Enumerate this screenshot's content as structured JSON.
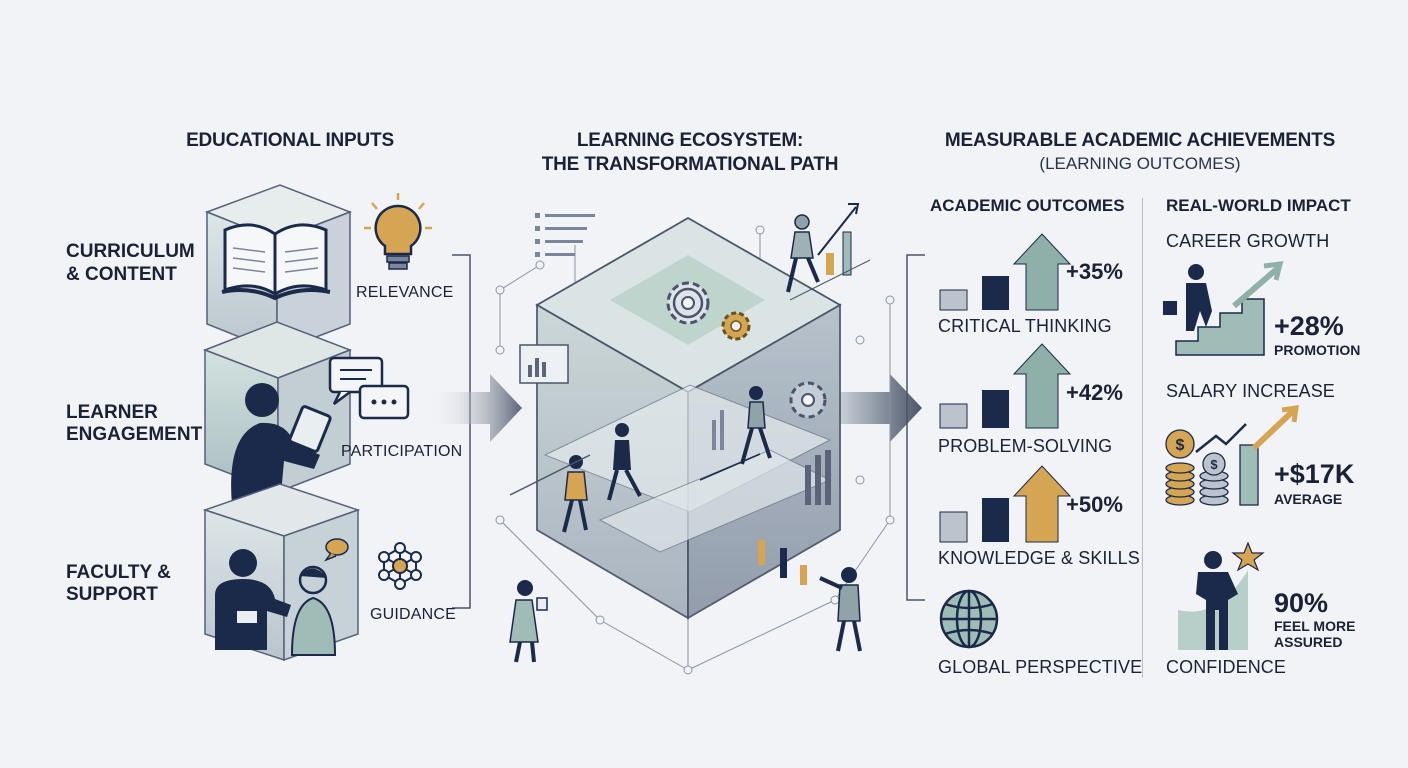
{
  "columns": {
    "inputs": {
      "title": "EDUCATIONAL INPUTS",
      "items": [
        {
          "label_line1": "CURRICULUM",
          "label_line2": "& CONTENT",
          "tag": "RELEVANCE"
        },
        {
          "label_line1": "LEARNER",
          "label_line2": "ENGAGEMENT",
          "tag": "PARTICIPATION"
        },
        {
          "label_line1": "FACULTY &",
          "label_line2": "SUPPORT",
          "tag": "GUIDANCE"
        }
      ]
    },
    "ecosystem": {
      "title_line1": "LEARNING ECOSYSTEM:",
      "title_line2": "THE TRANSFORMATIONAL PATH"
    },
    "outcomes": {
      "title": "MEASURABLE ACADEMIC ACHIEVEMENTS",
      "subtitle": "(LEARNING OUTCOMES)",
      "academic": {
        "heading": "ACADEMIC OUTCOMES",
        "items": [
          {
            "value": "+35%",
            "label": "CRITICAL THINKING",
            "arrow_color": "#8fb0a9"
          },
          {
            "value": "+42%",
            "label": "PROBLEM-SOLVING",
            "arrow_color": "#8fb0a9"
          },
          {
            "value": "+50%",
            "label": "KNOWLEDGE & SKILLS",
            "arrow_color": "#d6a553"
          },
          {
            "value": "",
            "label": "GLOBAL PERSPECTIVE",
            "icon": "globe-icon"
          }
        ]
      },
      "impact": {
        "heading": "REAL-WORLD IMPACT",
        "items": [
          {
            "title": "CAREER GROWTH",
            "value": "+28%",
            "caption": "PROMOTION"
          },
          {
            "title": "SALARY INCREASE",
            "value": "+$17K",
            "caption": "AVERAGE"
          },
          {
            "title": "CONFIDENCE",
            "value": "90%",
            "caption_line1": "FEEL MORE",
            "caption_line2": "ASSURED"
          }
        ]
      }
    }
  },
  "colors": {
    "navy": "#1b2a4a",
    "sage": "#8fb0a9",
    "gold": "#d6a553",
    "slate": "#5b6478"
  }
}
